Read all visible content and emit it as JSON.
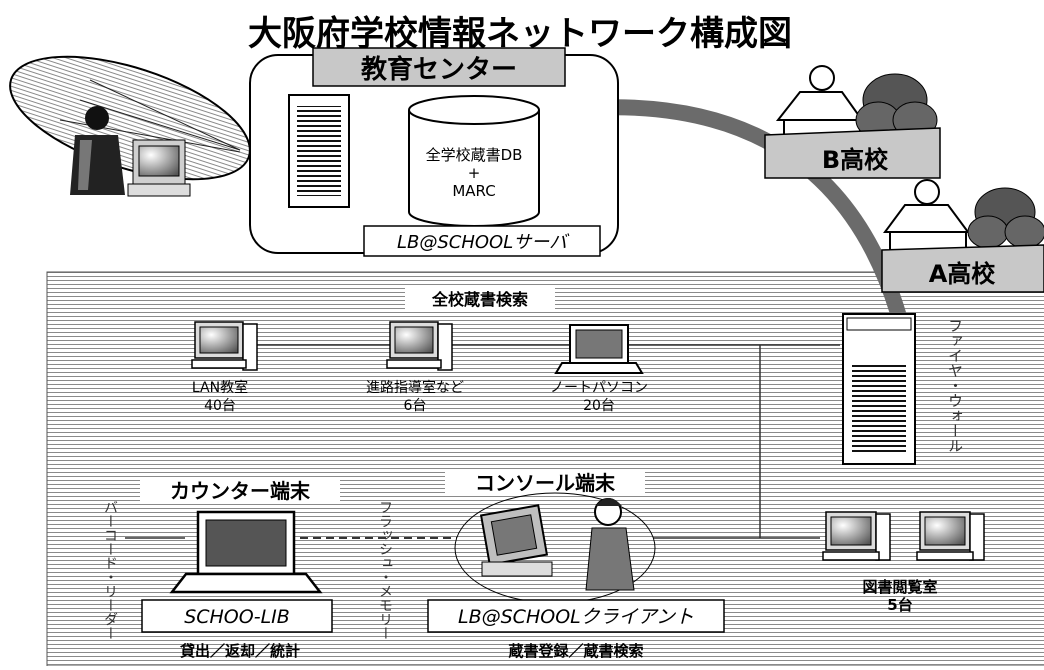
{
  "title": "大阪府学校情報ネットワーク構成図",
  "center": {
    "label": "教育センター",
    "db_line1": "全学校蔵書DB",
    "db_line2": "+",
    "db_line3": "MARC",
    "server_label": "LB@SCHOOLサーバ"
  },
  "schools": {
    "b": "B高校",
    "a": "A高校"
  },
  "lan": {
    "section_label": "全校蔵書検索",
    "firewall": "ファイヤ・ウォール",
    "devices": [
      {
        "name": "LAN教室",
        "count": "40台"
      },
      {
        "name": "進路指導室など",
        "count": "6台"
      },
      {
        "name": "ノートパソコン",
        "count": "20台"
      }
    ],
    "library": {
      "name": "図書閲覧室",
      "count": "5台"
    },
    "counter": {
      "heading": "カウンター端末",
      "software": "SCHOO-LIB",
      "functions": "貸出／返却／統計",
      "reader": "バーコード・リーダー"
    },
    "console": {
      "heading": "コンソール端末",
      "software": "LB@SCHOOLクライアント",
      "functions": "蔵書登録／蔵書検索"
    },
    "flash": "フラッシュ・メモリー"
  }
}
